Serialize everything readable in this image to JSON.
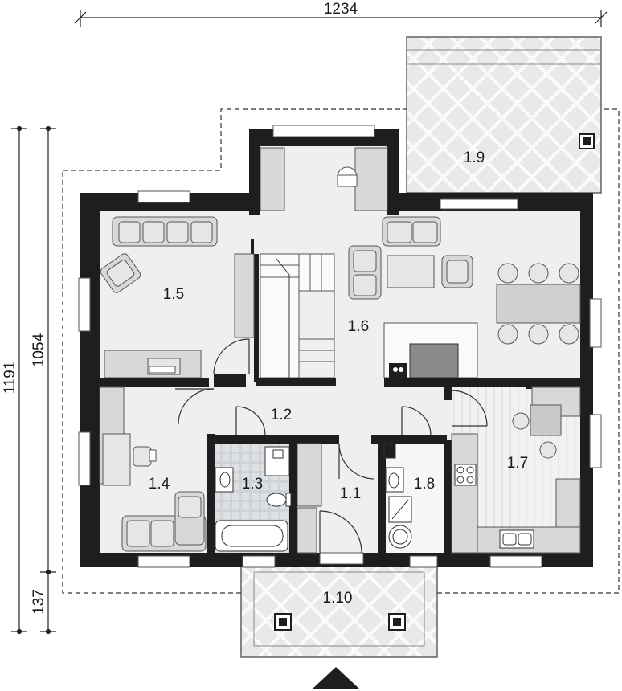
{
  "dimensions": {
    "total_width": "1234",
    "total_height": "1191",
    "house_height": "1054",
    "terrace_depth": "137"
  },
  "rooms": {
    "r1_1": "1.1",
    "r1_2": "1.2",
    "r1_3": "1.3",
    "r1_4": "1.4",
    "r1_5": "1.5",
    "r1_6": "1.6",
    "r1_7": "1.7",
    "r1_8": "1.8",
    "r1_9": "1.9",
    "r1_10": "1.10"
  },
  "colors": {
    "wall": "#1e1e1e",
    "floor": "#efefef",
    "furniture": "#d8d8d8",
    "furniture_stroke": "#555555",
    "tile": "#cfd3d6",
    "dimension": "#222222"
  },
  "icons": {
    "entrance": "triangle-up-icon"
  }
}
